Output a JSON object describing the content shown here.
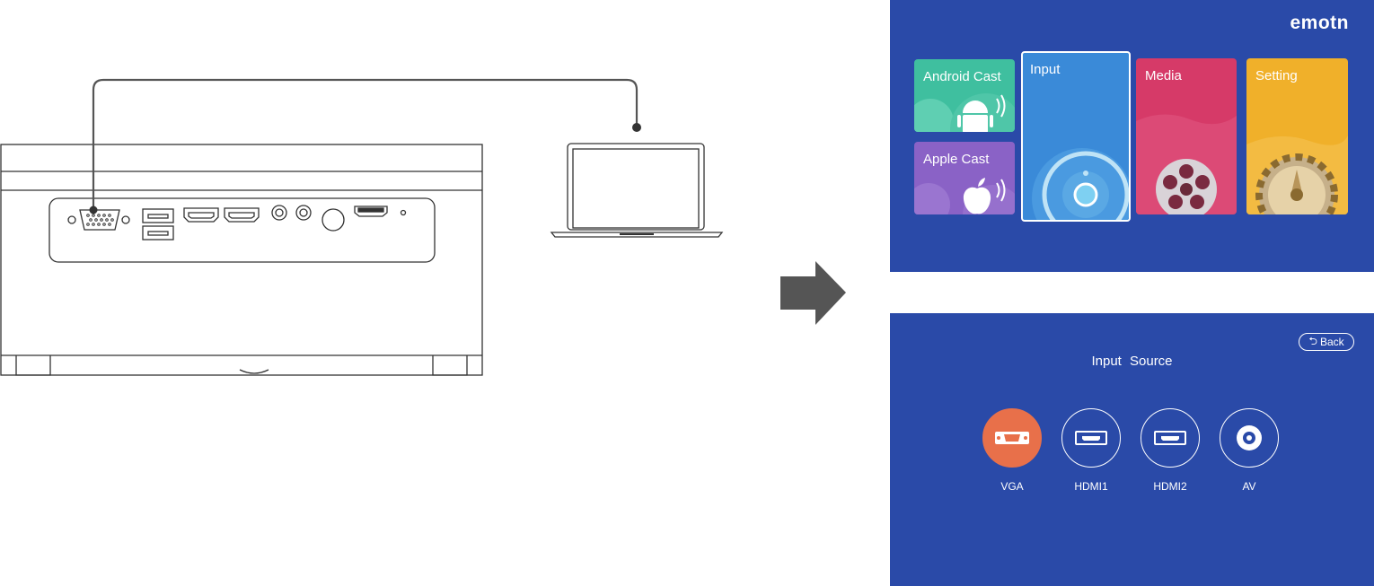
{
  "home_screen": {
    "brand": "emotn",
    "tiles": [
      {
        "label": "Android Cast",
        "color": "#3fbf9f",
        "icon": "android-icon"
      },
      {
        "label": "Apple Cast",
        "color": "#8a62c6",
        "icon": "apple-icon"
      },
      {
        "label": "Input",
        "color": "#3a8ad8",
        "icon": "input-disc-icon",
        "selected": true
      },
      {
        "label": "Media",
        "color": "#d63a68",
        "icon": "film-reel-icon"
      },
      {
        "label": "Setting",
        "color": "#f0b02a",
        "icon": "gear-icon"
      }
    ]
  },
  "input_screen": {
    "back_label": "Back",
    "title": "Input  Source",
    "sources": [
      {
        "label": "VGA",
        "icon": "vga-icon",
        "active": true
      },
      {
        "label": "HDMI1",
        "icon": "hdmi-icon"
      },
      {
        "label": "HDMI2",
        "icon": "hdmi-icon"
      },
      {
        "label": "AV",
        "icon": "av-icon"
      }
    ],
    "active_color": "#e8704a"
  },
  "colors": {
    "screen_bg": "#2a4aa8",
    "line_art": "#333333",
    "arrow": "#555555"
  }
}
